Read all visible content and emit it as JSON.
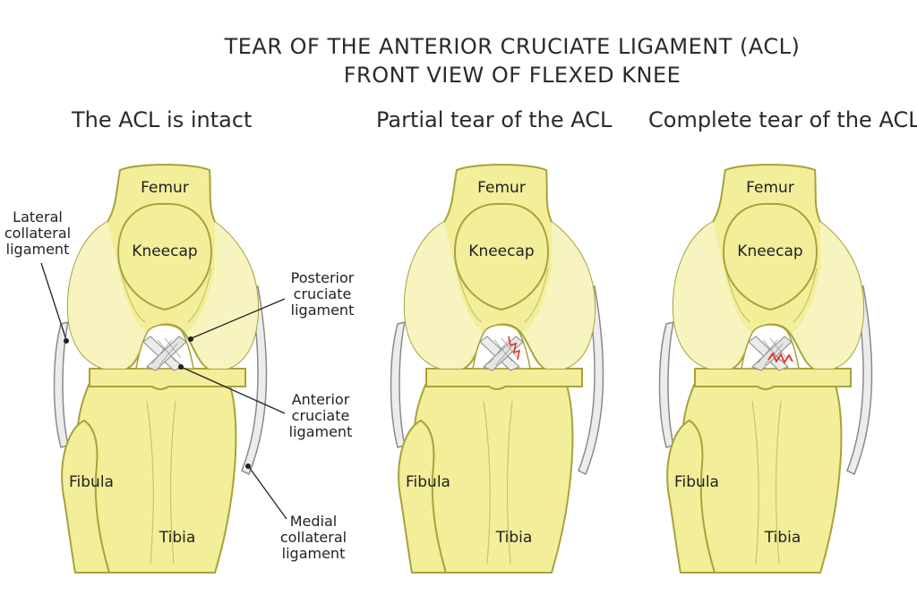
{
  "title_line1": "TEAR OF THE ANTERIOR CRUCIATE LIGAMENT (ACL)",
  "title_line2": "FRONT VIEW OF FLEXED KNEE",
  "colors": {
    "bone_fill": "#f2ee9a",
    "bone_fill_light": "#f7f4c0",
    "bone_outline": "#a8a23a",
    "ligament_fill": "#ececec",
    "ligament_outline": "#8a8a8a",
    "tear_color": "#e0312a",
    "background": "#ffffff"
  },
  "panels": [
    {
      "title": "The ACL is intact",
      "labels": {
        "femur": "Femur",
        "kneecap": "Kneecap",
        "fibula": "Fibula",
        "tibia": "Tibia"
      },
      "tear": "none"
    },
    {
      "title": "Partial tear of the ACL",
      "labels": {
        "femur": "Femur",
        "kneecap": "Kneecap",
        "fibula": "Fibula",
        "tibia": "Tibia"
      },
      "tear": "partial"
    },
    {
      "title": "Complete tear of the ACL",
      "labels": {
        "femur": "Femur",
        "kneecap": "Kneecap",
        "fibula": "Fibula",
        "tibia": "Tibia"
      },
      "tear": "complete"
    }
  ],
  "callouts": {
    "lateral_collateral": [
      "Lateral",
      "collateral",
      "ligament"
    ],
    "posterior_cruciate": [
      "Posterior",
      "cruciate",
      "ligament"
    ],
    "anterior_cruciate": [
      "Anterior",
      "cruciate",
      "ligament"
    ],
    "medial_collateral": [
      "Medial",
      "collateral",
      "ligament"
    ]
  }
}
